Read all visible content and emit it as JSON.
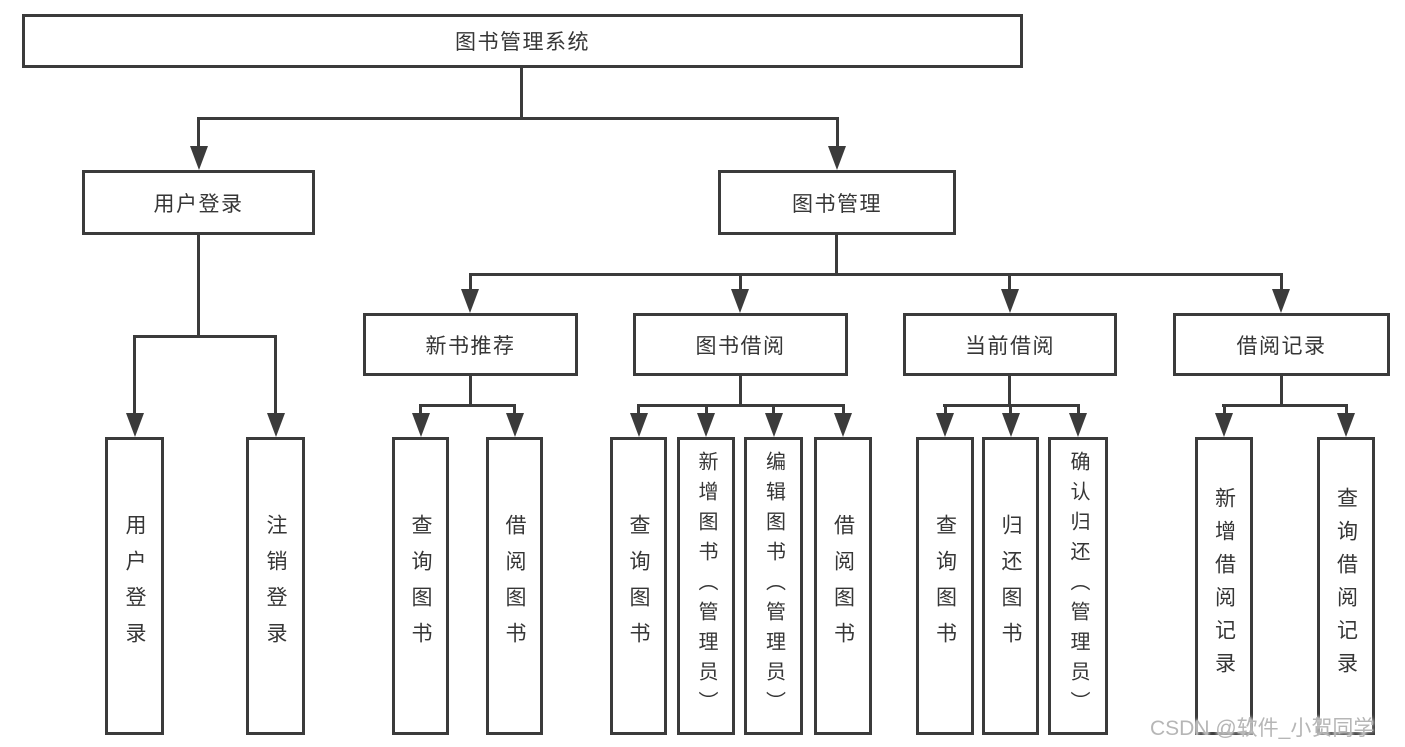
{
  "diagram": {
    "root": "图书管理系统",
    "branches": [
      {
        "label": "用户登录",
        "children": [
          "用户登录",
          "注销登录"
        ]
      },
      {
        "label": "图书管理",
        "sections": [
          {
            "label": "新书推荐",
            "children": [
              "查询图书",
              "借阅图书"
            ]
          },
          {
            "label": "图书借阅",
            "children": [
              "查询图书",
              "新增图书（管理员）",
              "编辑图书（管理员）",
              "借阅图书"
            ]
          },
          {
            "label": "当前借阅",
            "children": [
              "查询图书",
              "归还图书",
              "确认归还（管理员）"
            ]
          },
          {
            "label": "借阅记录",
            "children": [
              "新增借阅记录",
              "查询借阅记录"
            ]
          }
        ]
      }
    ]
  },
  "watermark": "CSDN @软件_小贺同学",
  "colors": {
    "line": "#3b3b3b",
    "text": "#363636",
    "background": "#ffffff",
    "watermark": "#b6b6b6"
  }
}
